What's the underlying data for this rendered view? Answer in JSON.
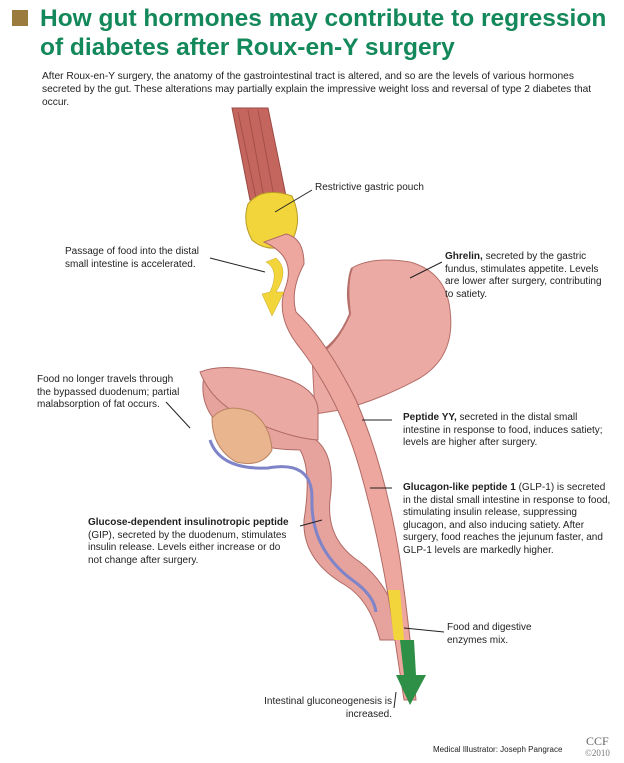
{
  "header": {
    "title": "How gut hormones may contribute to regression of diabetes after Roux-en-Y surgery",
    "intro": "After Roux-en-Y surgery, the anatomy of the gastrointestinal tract is altered, and so are the levels of various hormones secreted by the gut. These alterations may partially explain the impressive weight loss and reversal of type 2 diabetes that occur."
  },
  "labels": {
    "pouch": "Restrictive gastric pouch",
    "passage": "Passage of food into the distal small intestine is accelerated.",
    "ghrelin": {
      "bold": "Ghrelin,",
      "text": " secreted by the gastric fundus, stimulates appetite. Levels are lower after surgery, contributing to satiety."
    },
    "food_duodenum": "Food no longer travels through the bypassed duodenum; partial malabsorption of fat occurs.",
    "pyy": {
      "bold": "Peptide YY,",
      "text": " secreted in the distal small intestine in response to food, induces satiety; levels are higher after surgery."
    },
    "glp1": {
      "bold": "Glucagon-like peptide 1",
      "text": " (GLP-1) is secreted in the distal small intestine in response to food, stimulating insulin release, suppressing glucagon, and also inducing satiety. After surgery, food reaches the jejunum faster, and GLP-1 levels are markedly higher."
    },
    "gip": {
      "bold": "Glucose-dependent insulinotropic peptide",
      "text": " (GIP), secreted by the duodenum, stimulates insulin release. Levels either increase or do not change after surgery."
    },
    "enzymes": "Food and digestive enzymes mix.",
    "gluconeo": "Intestinal gluconeogenesis is increased."
  },
  "footer": {
    "credit": "Medical Illustrator: Joseph Pangrace",
    "ccf": "CCF",
    "year": "©2010"
  },
  "colors": {
    "title_green": "#13885a",
    "tissue_pink": "#e8a59e",
    "food_yellow": "#f5df3a",
    "arrow_green": "#2e8f46",
    "duct_blue": "#7f84c9"
  }
}
